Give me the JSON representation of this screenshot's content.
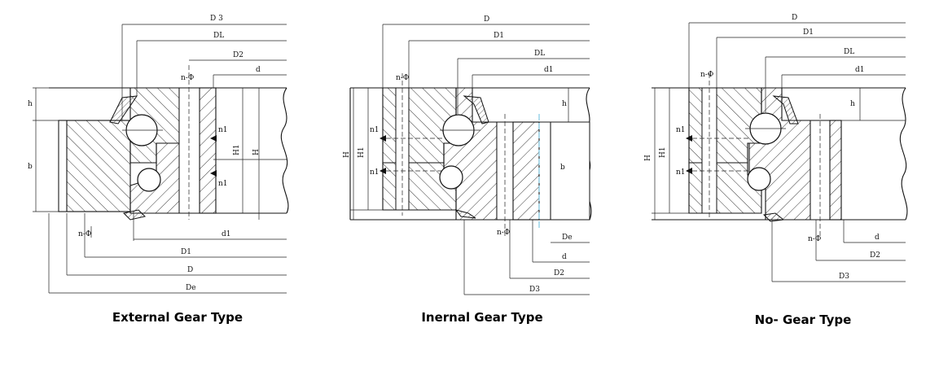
{
  "colors": {
    "line": "#111111",
    "background": "#ffffff",
    "centerline": "#7ec8e3"
  },
  "panels": [
    {
      "caption": "External Gear Type",
      "labels": {
        "D3": "D 3",
        "DL": "DL",
        "D2": "D2",
        "d": "d",
        "h": "h",
        "b": "b",
        "nphi_top": "n-Φ",
        "n1_upper": "n1",
        "n1_lower": "n1",
        "H1": "H1",
        "H": "H",
        "d1": "d1",
        "nphi_bottom": "n-Φ",
        "D1": "D1",
        "D": "D",
        "De": "De"
      }
    },
    {
      "caption": "Inernal Gear Type",
      "labels": {
        "D": "D",
        "D1": "D1",
        "DL": "DL",
        "d1": "d1",
        "nphi_top": "n-Φ",
        "h": "h",
        "n1_upper": "n1",
        "n1_lower": "n1",
        "H": "H",
        "H1": "H1",
        "b": "b",
        "nphi_bottom": "n-Φ",
        "De": "De",
        "d": "d",
        "D2": "D2",
        "D3": "D3"
      }
    },
    {
      "caption": "No- Gear Type",
      "labels": {
        "D": "D",
        "D1": "D1",
        "DL": "DL",
        "d1": "d1",
        "nphi_top": "n-Φ",
        "h": "h",
        "H": "H",
        "H1": "H1",
        "n1_upper": "n1",
        "n1_lower": "n1",
        "nphi_bottom": "n-Φ",
        "d": "d",
        "D2": "D2",
        "D3": "D3"
      }
    }
  ]
}
